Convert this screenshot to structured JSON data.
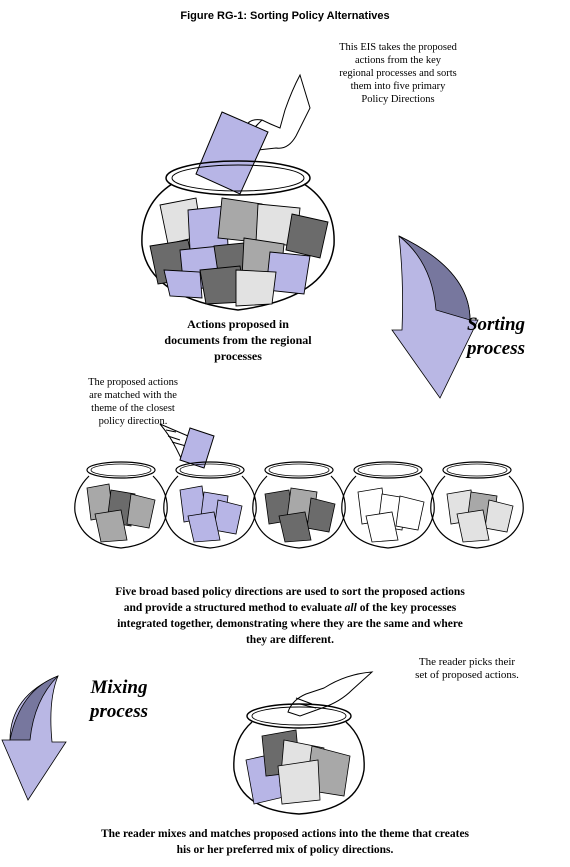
{
  "figure": {
    "title": "Figure RG-1:  Sorting Policy Alternatives",
    "note_top": [
      "This EIS takes the proposed",
      "actions from the key",
      "regional processes and sorts",
      "them  into five primary",
      "Policy Directions"
    ],
    "bowl_caption": [
      "Actions proposed in",
      "documents from the regional",
      "processes"
    ],
    "sorting_label": [
      "Sorting",
      "process"
    ],
    "match_note": [
      "The proposed actions",
      "are matched  with the",
      "theme of the closest",
      "policy direction."
    ],
    "five_caption": [
      "Five broad based policy directions are used to sort the  proposed actions",
      "and provide a structured method to evaluate ",
      "all",
      " of the key processes",
      "integrated together, demonstrating where they are the same and where",
      "they are different."
    ],
    "reader_note": [
      "The reader picks their",
      "set of  proposed actions."
    ],
    "mixing_label": [
      "Mixing",
      "process"
    ],
    "bottom_caption": [
      "The reader mixes and matches proposed actions into the theme that creates",
      "his or  her preferred mix of  policy directions."
    ]
  },
  "colors": {
    "lavender": "#b7b5e6",
    "dark_gray": "#6b6b6b",
    "mid_gray": "#a8a8a8",
    "light_gray": "#e2e2e2",
    "arrow_fill": "#b9b7e4",
    "arrow_dark": "#77779e"
  },
  "icons": [
    "hand-icon",
    "fishbowl-icon",
    "curved-arrow-icon"
  ]
}
